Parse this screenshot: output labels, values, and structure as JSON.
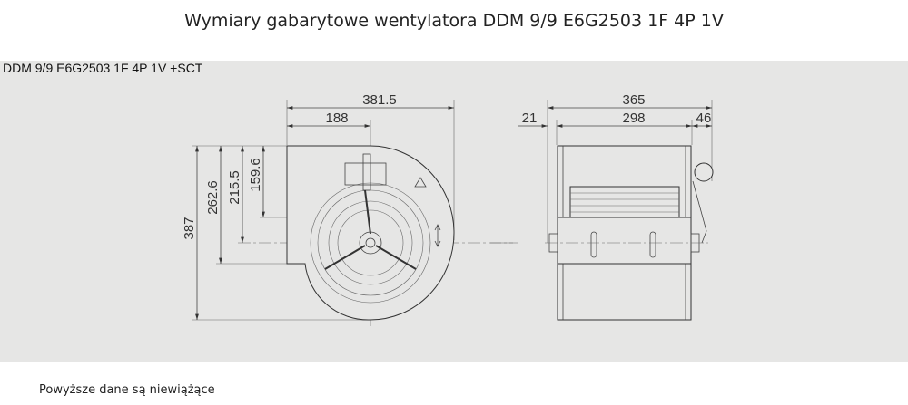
{
  "header": {
    "title": "Wymiary gabarytowe wentylatora DDM 9/9 E6G2503 1F 4P 1V"
  },
  "drawing": {
    "model_label": "DDM 9/9 E6G2503 1F 4P 1V +SCT",
    "side_view": {
      "width_total": "381.5",
      "width_to_axis": "188",
      "height_total": "387",
      "height_1": "262.6",
      "height_2": "215.5",
      "height_3": "159.6"
    },
    "front_view": {
      "width_total": "365",
      "offset_left": "21",
      "width_body": "298",
      "offset_right": "46"
    }
  },
  "footer": {
    "disclaimer": "Powyższe dane są niewiążące"
  }
}
